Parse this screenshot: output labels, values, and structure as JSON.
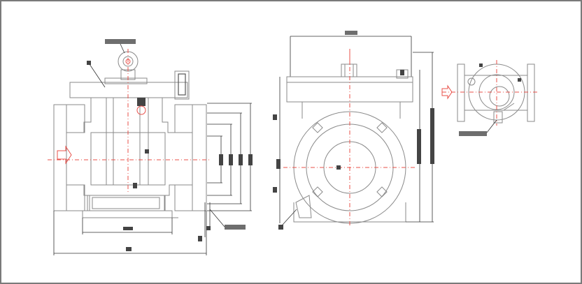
{
  "drawing": {
    "background": "#ffffff",
    "line_color": "#8a8a8a",
    "centerline_color": "#e8504a",
    "dimension_color": "#333333"
  },
  "views": [
    {
      "name": "front-section-view"
    },
    {
      "name": "side-view"
    },
    {
      "name": "top-view"
    }
  ]
}
